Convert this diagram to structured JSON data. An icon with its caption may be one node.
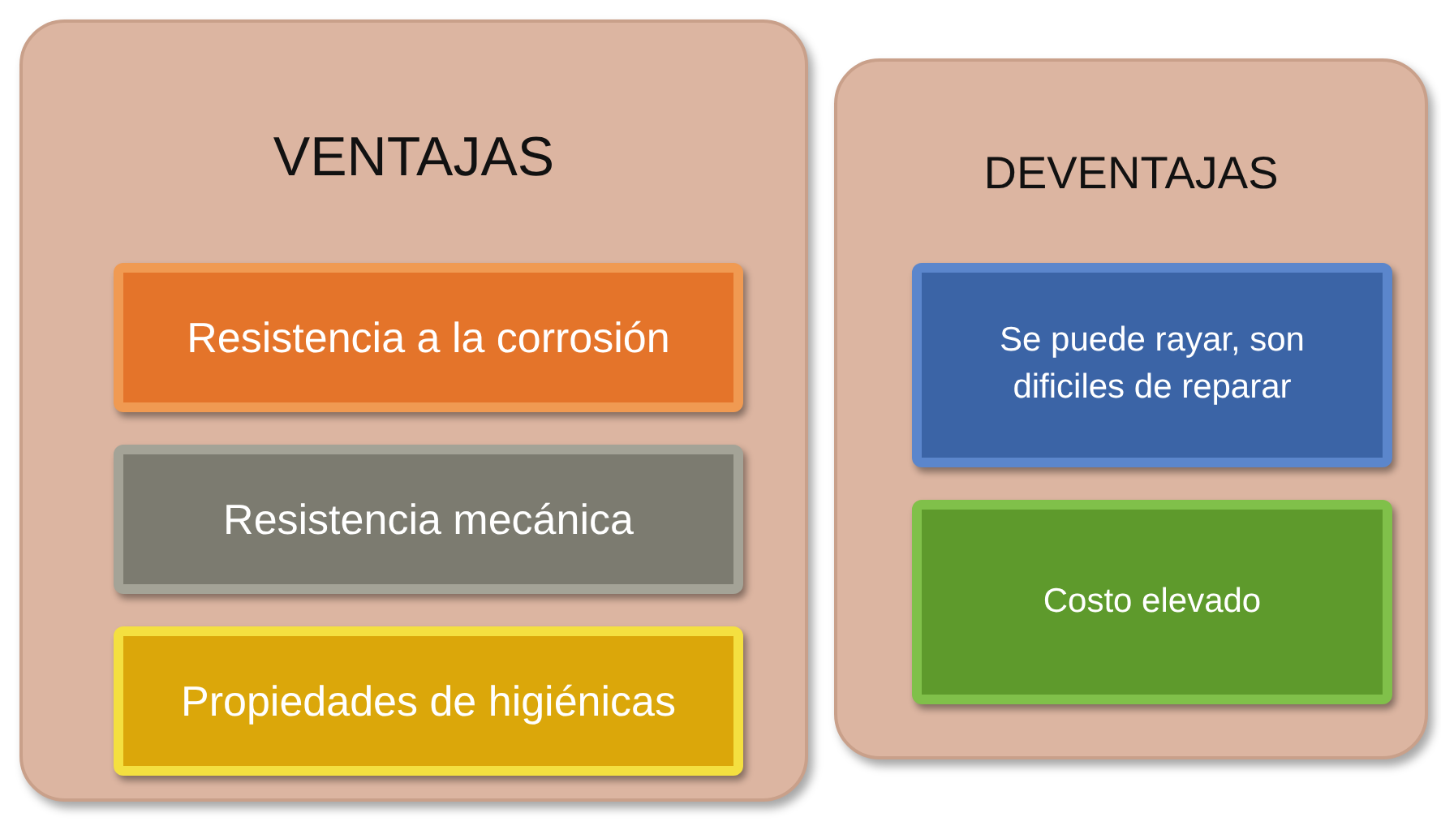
{
  "diagram": {
    "nodes": [
      {
        "text": [
          "VENTAJAS"
        ]
      },
      {
        "text": [
          "Resistencia a la corrosión"
        ],
        "in": 0
      },
      {
        "text": [
          "Resistencia mecánica"
        ],
        "in": 0
      },
      {
        "text": [
          "Propiedades de higiénicas"
        ],
        "in": 0
      },
      {
        "text": [
          "DEVENTAJAS"
        ]
      },
      {
        "text": [
          "Se puede rayar, son dificiles de reparar"
        ],
        "in": 4
      },
      {
        "text": [
          "Costo elevado"
        ],
        "in": 4
      }
    ]
  }
}
